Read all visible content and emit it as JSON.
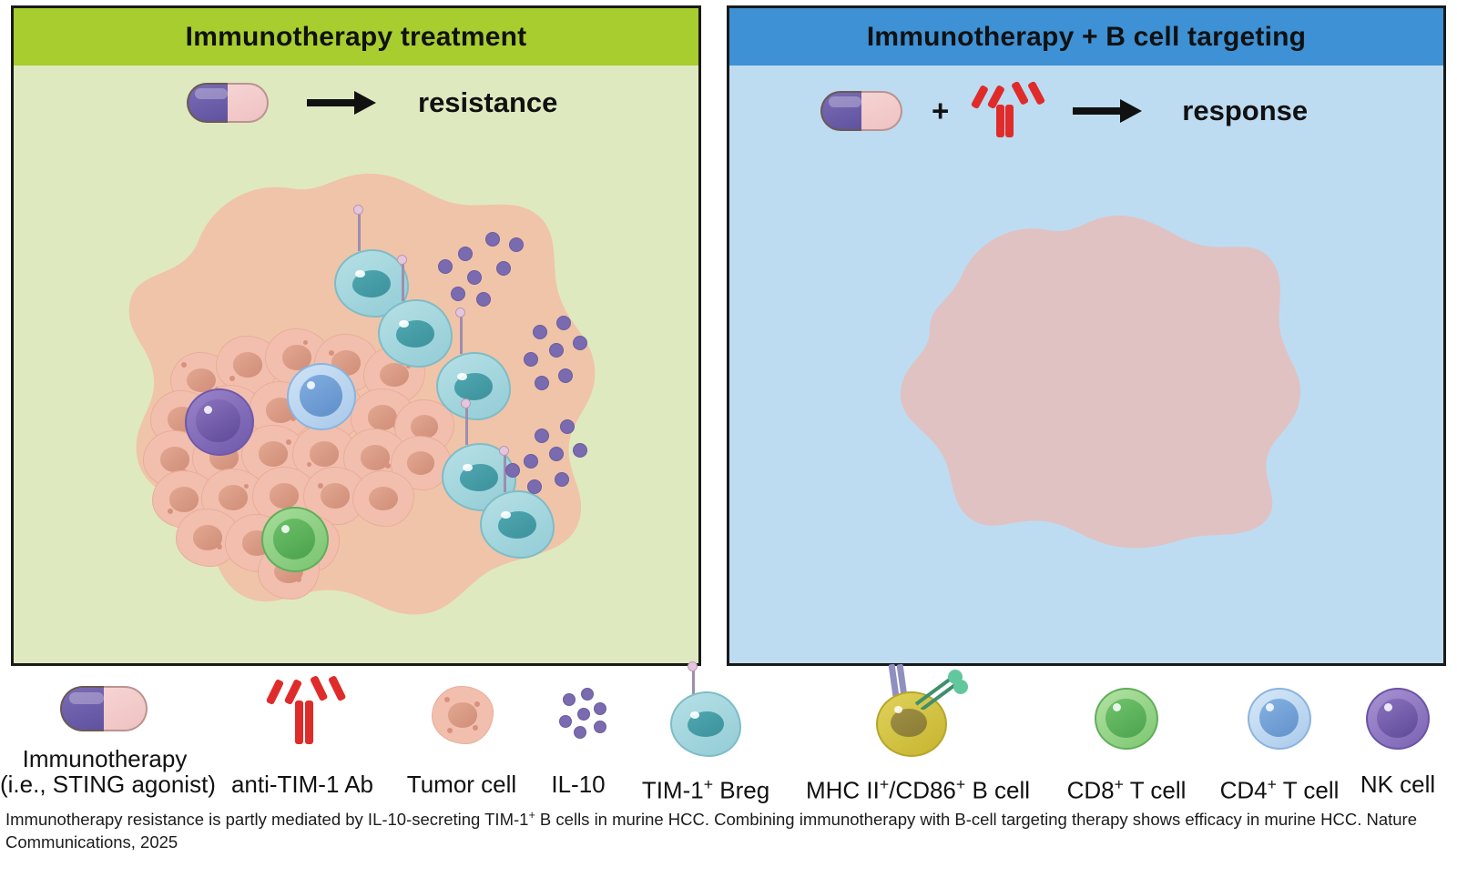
{
  "panels": {
    "left": {
      "title": "Immunotherapy treatment",
      "header_color": "#a7cd2e",
      "background_color": "#dfe9bf",
      "outcome": "resistance",
      "treatment_icon": "capsule-icon"
    },
    "right": {
      "title": "Immunotherapy + B cell targeting",
      "header_color": "#3d91d4",
      "background_color": "#bddcf2",
      "outcome": "response",
      "plus": "+",
      "treatment_icon": "capsule-icon",
      "antibody_icon": "antibody-icon"
    }
  },
  "legend": {
    "items": [
      {
        "key": "immunotherapy",
        "line1": "Immunotherapy",
        "line2": "(i.e., STING agonist)",
        "icon": "capsule-icon",
        "color": "#6b5cab"
      },
      {
        "key": "anti-tim-1-ab",
        "line1": "anti-TIM-1 Ab",
        "line2": "",
        "icon": "antibody-icon",
        "color": "#e02b2b"
      },
      {
        "key": "tumor-cell",
        "line1": "Tumor cell",
        "line2": "",
        "icon": "tumor-cell-icon",
        "color": "#f2bfae"
      },
      {
        "key": "il-10",
        "line1": "IL-10",
        "line2": "",
        "icon": "cytokine-dots-icon",
        "color": "#7a6bb0"
      },
      {
        "key": "tim-1-breg",
        "line1": "TIM-1+ Breg",
        "line2": "",
        "icon": "breg-cell-icon",
        "color": "#93ccd6"
      },
      {
        "key": "mhc-cd86-b-cell",
        "line1": "MHC II+/CD86+ B cell",
        "line2": "",
        "icon": "activated-b-cell-icon",
        "color": "#d4c33a"
      },
      {
        "key": "cd8-t-cell",
        "line1": "CD8+ T cell",
        "line2": "",
        "icon": "cd8-t-cell-icon",
        "color": "#6bc06b"
      },
      {
        "key": "cd4-t-cell",
        "line1": "CD4+ T cell",
        "line2": "",
        "icon": "cd4-t-cell-icon",
        "color": "#7eaede"
      },
      {
        "key": "nk-cell",
        "line1": "NK cell",
        "line2": "",
        "icon": "nk-cell-icon",
        "color": "#8b72bd"
      }
    ]
  },
  "caption": {
    "text": "Immunotherapy resistance is partly mediated by IL-10-secreting TIM-1+ B cells in murine HCC. Combining immunotherapy with B-cell targeting therapy shows efficacy in murine HCC. Nature Communications, 2025",
    "journal": "Nature Communications",
    "year": "2025"
  },
  "colors": {
    "tumor_microenvironment": "#f0c4a8",
    "tumor_microenvironment_right": "#e0c2c2",
    "breg": "#93ccd6",
    "breg_nucleus": "#3d929c",
    "il10": "#7a6bb0",
    "antibody_red": "#e02b2b",
    "inhibition_red": "#e8442a",
    "cd8_green": "#6bc06b",
    "cd4_blue": "#7eaede",
    "nk_purple": "#8b72bd",
    "b_cell_yellow": "#d4c33a",
    "capsule_purple": "#6b5cab",
    "capsule_pink": "#efc2c2"
  }
}
